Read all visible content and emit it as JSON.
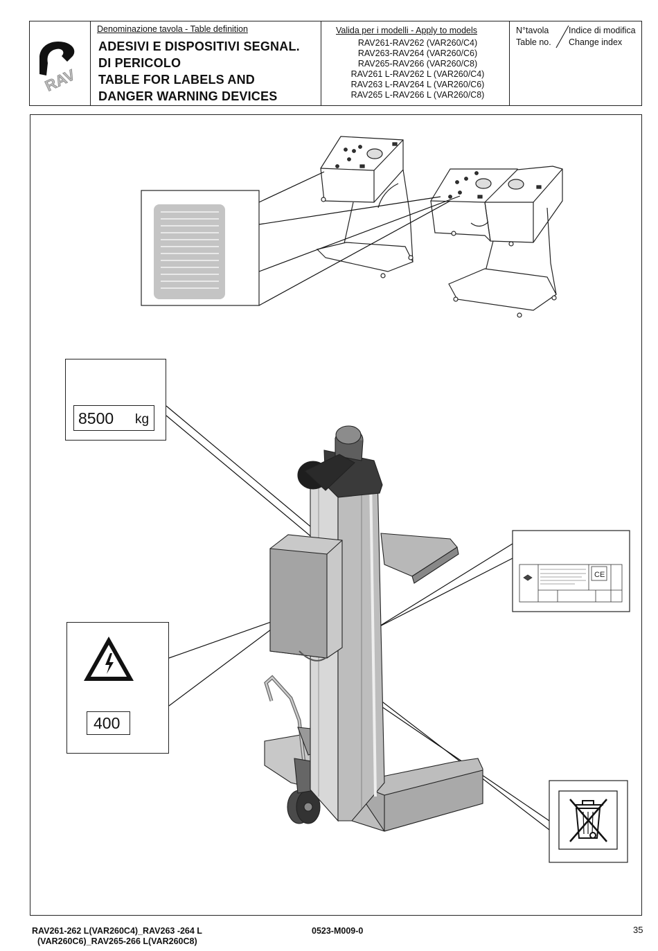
{
  "header": {
    "definition_caption": "Denominazione tavola - Table definition",
    "title_lines": [
      "ADESIVI E DISPOSITIVI SEGNAL.",
      "DI PERICOLO",
      "TABLE FOR LABELS AND",
      "DANGER WARNING DEVICES"
    ],
    "models_caption": "Valida per i modelli - Apply to models",
    "models": [
      "RAV261-RAV262  (VAR260/C4)",
      "RAV263-RAV264  (VAR260/C6)",
      "RAV265-RAV266  (VAR260/C8)",
      "RAV261 L-RAV262 L  (VAR260/C4)",
      "RAV263 L-RAV264 L  (VAR260/C6)",
      "RAV265 L-RAV266 L  (VAR260/C8)"
    ],
    "table_no_label_it": "N°tavola",
    "table_no_label_en": "Table no.",
    "change_index_label_it": "Indice di modifica",
    "change_index_label_en": "Change index",
    "logo_text": "RAV"
  },
  "labels": {
    "capacity_value": "8500",
    "capacity_unit": "kg",
    "voltage_value": "400"
  },
  "footer": {
    "models_line1": "RAV261-262 L(VAR260C4)_RAV263 -264 L",
    "models_line2": "(VAR260C6)_RAV265-266 L(VAR260C8)",
    "code": "0523-M009-0",
    "page_number": "35"
  }
}
